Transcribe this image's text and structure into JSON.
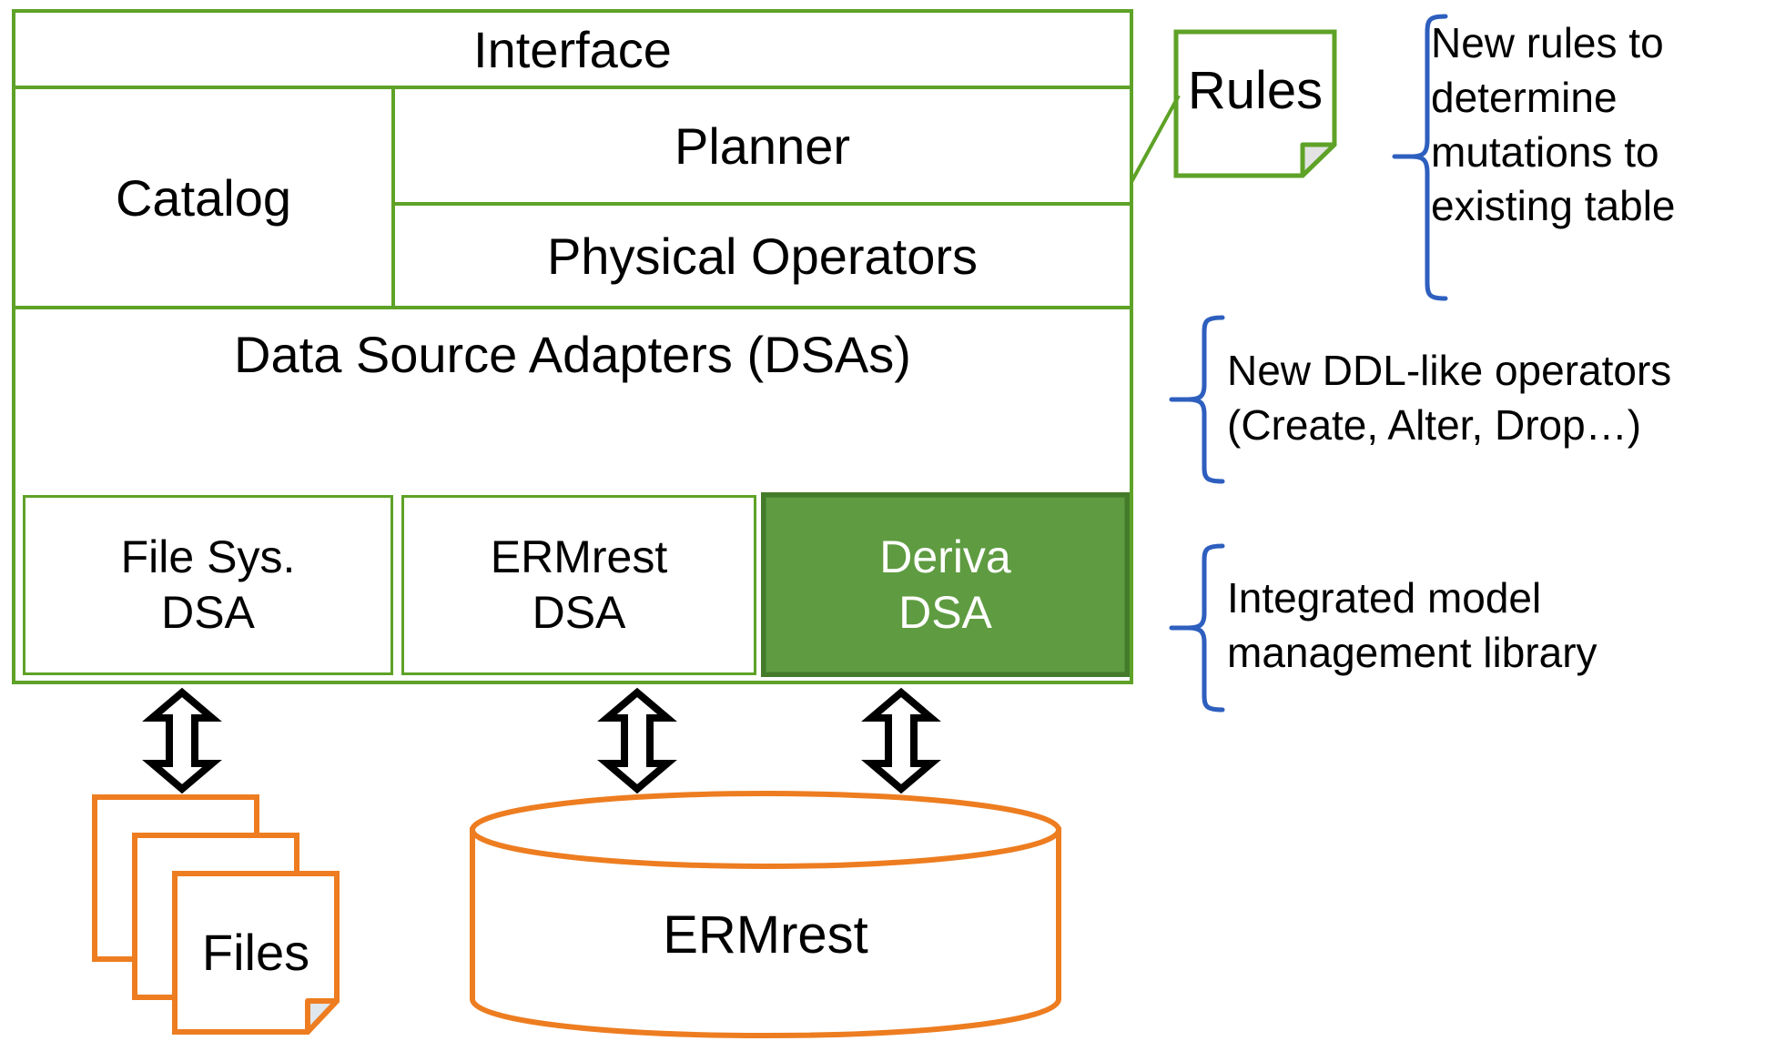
{
  "colors": {
    "green_outline": "#5EA227",
    "green_fill": "#5F9B41",
    "green_fill_border": "#437B2A",
    "orange": "#ED7D20",
    "blue_brace": "#2E5FBF",
    "black": "#000000",
    "white": "#FFFFFF"
  },
  "system": {
    "interface": {
      "label": "Interface"
    },
    "catalog": {
      "label": "Catalog"
    },
    "planner": {
      "label": "Planner"
    },
    "physical_operators": {
      "label": "Physical Operators"
    },
    "dsa_layer": {
      "label": "Data Source Adapters (DSAs)"
    },
    "adapters": [
      {
        "name": "file-sys-dsa",
        "line1": "File Sys.",
        "line2": "DSA",
        "highlighted": false
      },
      {
        "name": "ermrest-dsa",
        "line1": "ERMrest",
        "line2": "DSA",
        "highlighted": false
      },
      {
        "name": "deriva-dsa",
        "line1": "Deriva",
        "line2": "DSA",
        "highlighted": true
      }
    ]
  },
  "rules_note": {
    "label": "Rules"
  },
  "annotations": [
    {
      "name": "annotation-rules",
      "text": "New rules to\ndetermine\nmutations to\nexisting table"
    },
    {
      "name": "annotation-ddl-operators",
      "text": "New DDL-like operators\n(Create, Alter, Drop…)"
    },
    {
      "name": "annotation-model-library",
      "text": "Integrated model\nmanagement library"
    }
  ],
  "data_sources": [
    {
      "name": "files-store",
      "label": "Files",
      "shape": "document-stack"
    },
    {
      "name": "ermrest-store",
      "label": "ERMrest",
      "shape": "cylinder"
    }
  ],
  "connectors": [
    {
      "name": "arrow-files-dsa",
      "kind": "double-headed-vertical-arrow"
    },
    {
      "name": "arrow-ermrest-dsa",
      "kind": "double-headed-vertical-arrow"
    },
    {
      "name": "arrow-deriva-dsa",
      "kind": "double-headed-vertical-arrow"
    }
  ]
}
